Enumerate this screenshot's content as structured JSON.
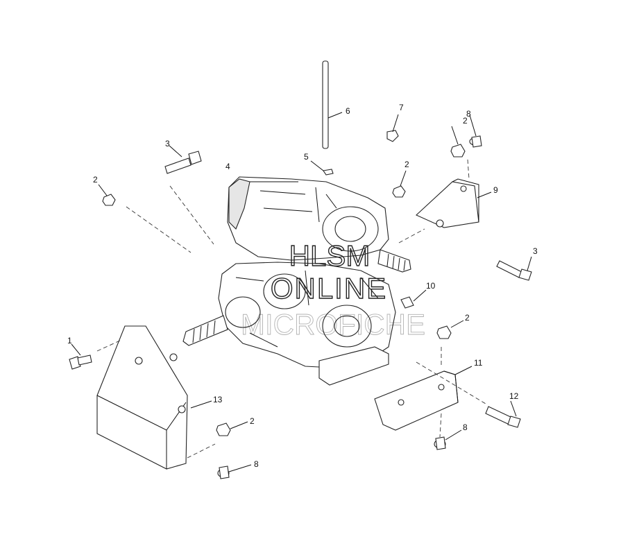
{
  "watermark": {
    "line1": "HLSM",
    "line2": "ONLINE",
    "line3": "MICROFICHE"
  },
  "callouts": {
    "c1": "1",
    "c2a": "2",
    "c2b": "2",
    "c2c": "2",
    "c2d": "2",
    "c2e": "2",
    "c3a": "3",
    "c3b": "3",
    "c4": "4",
    "c5": "5",
    "c6": "6",
    "c7": "7",
    "c8a": "8",
    "c8b": "8",
    "c8c": "8",
    "c9": "9",
    "c10": "10",
    "c11": "11",
    "c12": "12",
    "c13": "13"
  }
}
